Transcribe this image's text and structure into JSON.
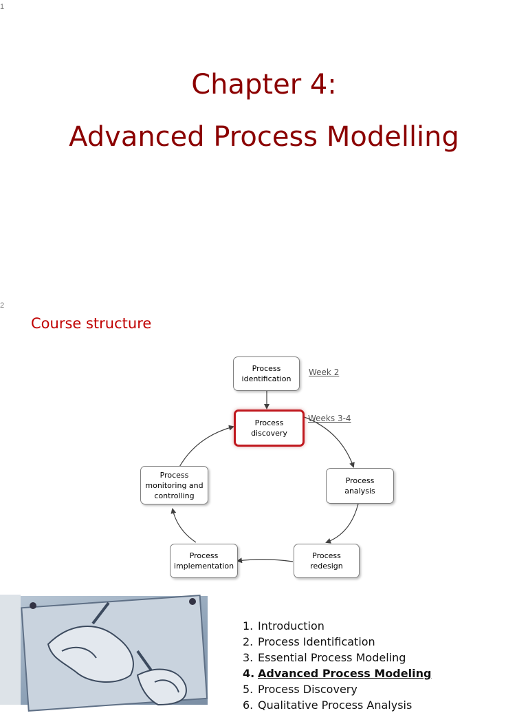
{
  "slide1": {
    "page_number": "1",
    "title_line1": "Chapter 4:",
    "title_line2": "Advanced Process Modelling"
  },
  "slide2": {
    "page_number": "2",
    "section_title": "Course structure",
    "boxes": {
      "identification": "Process\nidentification",
      "discovery": "Process\ndiscovery",
      "analysis": "Process\nanalysis",
      "redesign": "Process\nredesign",
      "implementation": "Process\nimplementation",
      "monitoring": "Process\nmonitoring and\ncontrolling"
    },
    "week_labels": {
      "identification": "Week 2",
      "discovery": "Weeks 3-4"
    }
  },
  "slide3": {
    "toc": [
      {
        "num": "1.",
        "label": "Introduction"
      },
      {
        "num": "2.",
        "label": "Process Identification"
      },
      {
        "num": "3.",
        "label": "Essential Process Modeling"
      },
      {
        "num": "4.",
        "label": "Advanced Process Modeling"
      },
      {
        "num": "5.",
        "label": "Process Discovery"
      },
      {
        "num": "6.",
        "label": "Qualitative Process Analysis"
      }
    ]
  }
}
